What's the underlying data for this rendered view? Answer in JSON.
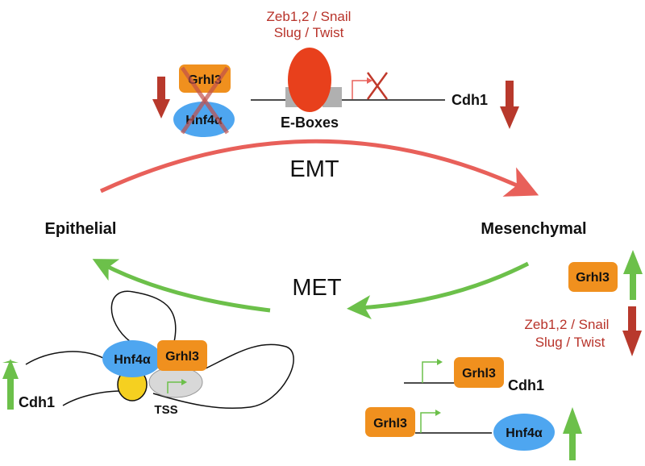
{
  "colors": {
    "red_text": "#b8332a",
    "down_arrow": "#b8392c",
    "up_arrow": "#6cc04a",
    "emt_arc": "#e8605a",
    "met_arc": "#6cc04a",
    "grhl3": "#f0901e",
    "hnf4a": "#4ea6f0",
    "repressor": "#e8401c",
    "ebox": "#b0b0b0",
    "tss_complex": "#d8d8d8",
    "yellow_factor": "#f5d020"
  },
  "top": {
    "repressors_line1": "Zeb1,2 / Snail",
    "repressors_line2": "Slug / Twist",
    "grhl3": "Grhl3",
    "hnf4a": "Hnf4α",
    "eboxes": "E-Boxes",
    "gene": "Cdh1"
  },
  "emt_label": "EMT",
  "met_label": "MET",
  "epithelial_label": "Epithelial",
  "mesenchymal_label": "Mesenchymal",
  "bottom_left": {
    "hnf4a": "Hnf4α",
    "grhl3": "Grhl3",
    "tss": "TSS",
    "gene": "Cdh1"
  },
  "bottom_right": {
    "grhl3_top": "Grhl3",
    "repressors_line1": "Zeb1,2 / Snail",
    "repressors_line2": "Slug / Twist",
    "cdh1_grhl3": "Grhl3",
    "cdh1_gene": "Cdh1",
    "hnf4a_grhl3": "Grhl3",
    "hnf4a_gene": "Hnf4α"
  }
}
